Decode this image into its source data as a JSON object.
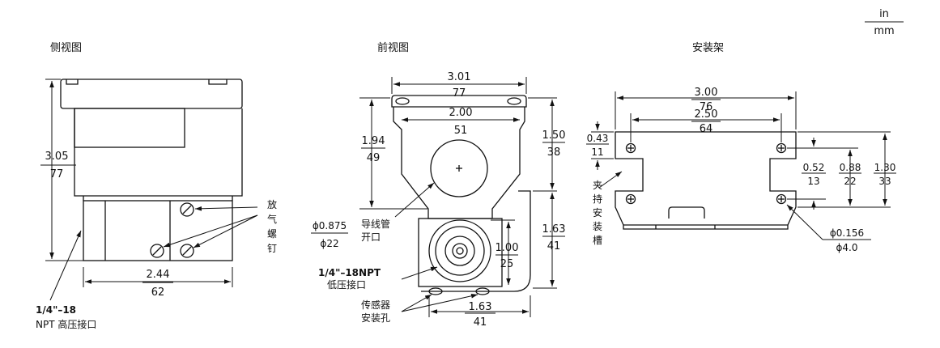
{
  "units": {
    "top": "in",
    "bottom": "mm"
  },
  "views": {
    "side": {
      "title": "侧视图"
    },
    "front": {
      "title": "前视图"
    },
    "bracket": {
      "title": "安装架"
    }
  },
  "dims": {
    "side_height": {
      "in": "3.05",
      "mm": "77"
    },
    "side_width": {
      "in": "2.44",
      "mm": "62"
    },
    "front_top": {
      "in": "3.01",
      "mm": "77"
    },
    "front_inner": {
      "in": "2.00",
      "mm": "51"
    },
    "front_left": {
      "in": "1.94",
      "mm": "49"
    },
    "front_right": {
      "in": "1.50",
      "mm": "38"
    },
    "front_lower": {
      "in": "1.63",
      "mm": "41"
    },
    "front_center": {
      "in": "1.00",
      "mm": "25"
    },
    "front_bottom": {
      "in": "1.63",
      "mm": "41"
    },
    "conduit_dia": {
      "in": "ϕ0.875",
      "mm": "ϕ22"
    },
    "bracket_width": {
      "in": "3.00",
      "mm": "76"
    },
    "bracket_holes": {
      "in": "2.50",
      "mm": "64"
    },
    "bracket_left": {
      "in": "0.43",
      "mm": "11"
    },
    "bracket_r1": {
      "in": "0.52",
      "mm": "13"
    },
    "bracket_r2": {
      "in": "0.88",
      "mm": "22"
    },
    "bracket_r3": {
      "in": "1.30",
      "mm": "33"
    },
    "hole_dia": {
      "in": "ϕ0.156",
      "mm": "ϕ4.0"
    }
  },
  "labels": {
    "vent_screws": [
      "放",
      "气",
      "螺",
      "钉"
    ],
    "hp_port_line1": "1/4\"–18",
    "hp_port_line2": "NPT 高压接口",
    "conduit_line1": "导线管",
    "conduit_line2": "开口",
    "lp_port_line1": "1/4\"–18NPT",
    "lp_port_line2": "低压接口",
    "sensor_line1": "传感器",
    "sensor_line2": "安装孔",
    "clamp_slot": [
      "夹",
      "持",
      "安",
      "装",
      "槽"
    ]
  }
}
